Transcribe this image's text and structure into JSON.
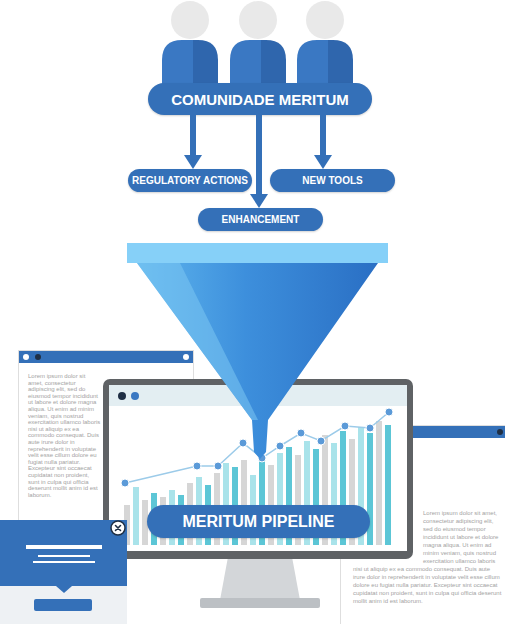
{
  "diagram": {
    "nodes": [
      {
        "text": [
          "COMUNIDADE MERITUM"
        ]
      },
      {
        "text": [
          "REGULATORY ACTIONS"
        ]
      },
      {
        "text": [
          "NEW TOOLS"
        ]
      },
      {
        "text": [
          "ENHANCEMENT"
        ]
      },
      {
        "text": [
          "MERITUM PIPELINE"
        ]
      }
    ],
    "edges": [
      {
        "from": 0,
        "to": 1,
        "arrow": "to"
      },
      {
        "from": 0,
        "to": 3,
        "arrow": "to"
      },
      {
        "from": 0,
        "to": 2,
        "arrow": "to"
      }
    ],
    "labels": [
      "Lorem ipsum dolor sit amet, consectetur adipiscing elit, sed do eiusmod tempor incididunt ut labore et dolore magna aliqua. Ut enim ad minim veniam, quis nostrud exercitation ullamco laboris nisi ut aliquip ex ea commodo consequat. Duis aute irure dolor in reprehenderit in voluptate velit esse cillum dolore eu fugiat nulla pariatur. Excepteur sint occaecat cupidatat non proident, sunt in culpa qui officia deserunt mollit anim id est laborum.",
      "Lorem ipsum dolor sit amet, consectetur adipiscing elit, sed do eiusmod tempor incididunt ut labore et dolore magna aliqua. Ut enim ad minim veniam, quis nostrud exercitation ullamco laboris nisi ut aliquip ex ea commodo consequat. Duis aute irure dolor in reprehenderit in voluptate velit esse cillum dolore eu fugiat nulla pariatur. Excepteur sint occaecat cupidatat non proident, sunt in culpa qui officia deserunt mollit anim id est laborum."
    ]
  }
}
